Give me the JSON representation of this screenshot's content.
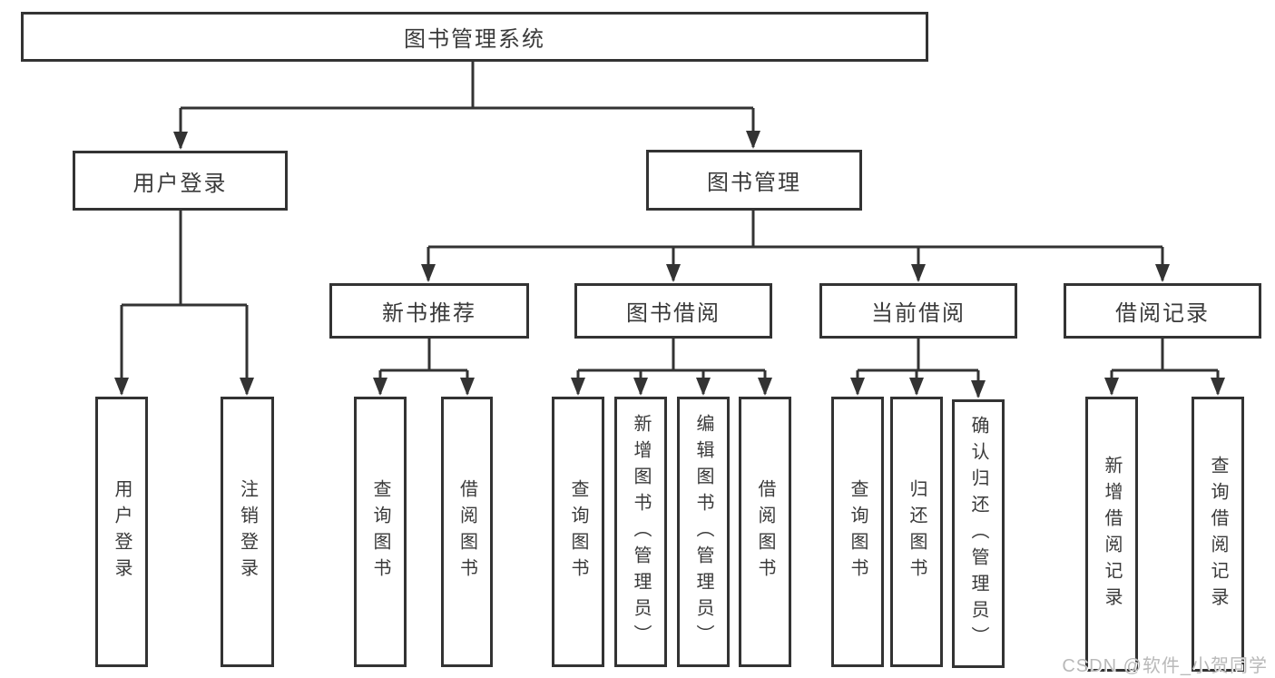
{
  "colors": {
    "line": "#333333",
    "text": "#3a3a3a",
    "watermark": "#b9b9b9",
    "background": "#ffffff"
  },
  "watermark": "CSDN @软件_小贺同学",
  "tree": {
    "label": "图书管理系统",
    "children": [
      {
        "label": "用户登录",
        "children": [
          {
            "label": "用户登录"
          },
          {
            "label": "注销登录"
          }
        ]
      },
      {
        "label": "图书管理",
        "children": [
          {
            "label": "新书推荐",
            "children": [
              {
                "label": "查询图书"
              },
              {
                "label": "借阅图书"
              }
            ]
          },
          {
            "label": "图书借阅",
            "children": [
              {
                "label": "查询图书"
              },
              {
                "label": "新增图书（管理员）"
              },
              {
                "label": "编辑图书（管理员）"
              },
              {
                "label": "借阅图书"
              }
            ]
          },
          {
            "label": "当前借阅",
            "children": [
              {
                "label": "查询图书"
              },
              {
                "label": "归还图书"
              },
              {
                "label": "确认归还（管理员）"
              }
            ]
          },
          {
            "label": "借阅记录",
            "children": [
              {
                "label": "新增借阅记录"
              },
              {
                "label": "查询借阅记录"
              }
            ]
          }
        ]
      }
    ]
  }
}
